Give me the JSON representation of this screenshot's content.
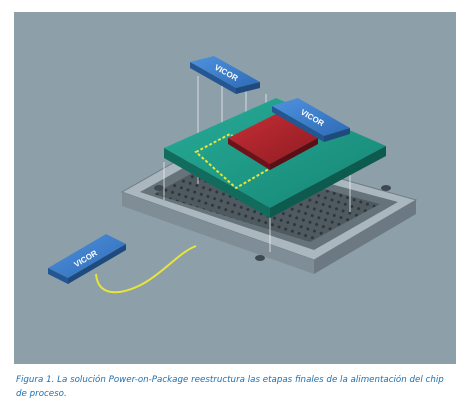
{
  "figure": {
    "background_color": "#8d9fa8",
    "chip_labels": [
      "VICOR",
      "VICOR",
      "VICOR"
    ],
    "colors": {
      "module_blue": "#3c7fce",
      "substrate_green": "#1d9b88",
      "die_red": "#b8252c",
      "trace_yellow": "#e6e63a",
      "socket_gray": "#7f8d96"
    }
  },
  "caption": {
    "text": "Figura 1. La solución Power-on-Package reestructura las etapas finales de la alimentación del chip de proceso."
  }
}
